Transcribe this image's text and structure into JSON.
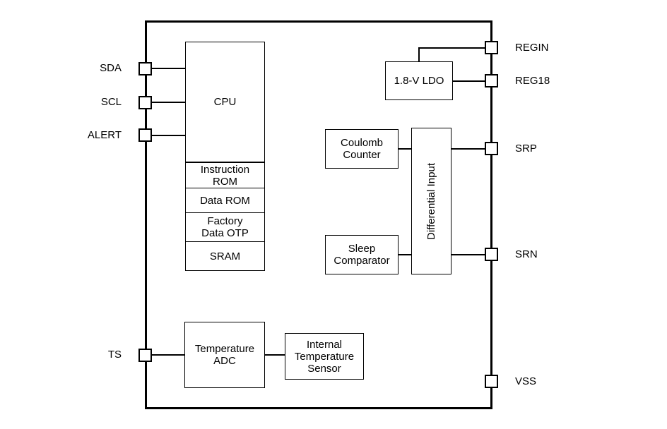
{
  "diagram": {
    "colors": {
      "background": "#ffffff",
      "line": "#000000"
    },
    "blocks": {
      "cpu": {
        "label": "CPU"
      },
      "instruction_rom": {
        "label": [
          "Instruction",
          "ROM"
        ]
      },
      "data_rom": {
        "label": "Data ROM"
      },
      "factory_data_otp": {
        "label": [
          "Factory",
          "Data OTP"
        ]
      },
      "sram": {
        "label": "SRAM"
      },
      "ldo": {
        "label": "1.8-V LDO"
      },
      "coulomb_counter": {
        "label": [
          "Coulomb",
          "Counter"
        ]
      },
      "differential_input": {
        "label": "Differential Input"
      },
      "sleep_comparator": {
        "label": [
          "Sleep",
          "Comparator"
        ]
      },
      "temperature_adc": {
        "label": [
          "Temperature",
          "ADC"
        ]
      },
      "internal_temperature_sensor": {
        "label": [
          "Internal",
          "Temperature",
          "Sensor"
        ]
      }
    },
    "pins": {
      "left": [
        {
          "label": "SDA"
        },
        {
          "label": "SCL"
        },
        {
          "label": "ALERT"
        },
        {
          "label": "TS"
        }
      ],
      "right": [
        {
          "label": "REGIN"
        },
        {
          "label": "REG18"
        },
        {
          "label": "SRP"
        },
        {
          "label": "SRN"
        },
        {
          "label": "VSS"
        }
      ]
    }
  }
}
